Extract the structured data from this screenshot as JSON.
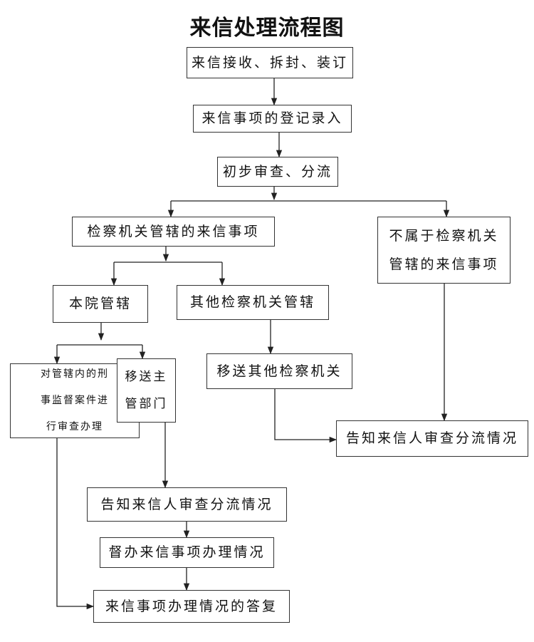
{
  "title": "来信处理流程图",
  "nodes": {
    "receive": "来信接收、拆封、装订",
    "register": "来信事项的登记录入",
    "review": "初步审查、分流",
    "procuratorate": "检察机关管辖的来信事项",
    "not_procuratorate": [
      "不属于检察机关",
      "管辖的来信事项"
    ],
    "this_court": "本院管辖",
    "other_procuratorate": "其他检察机关管辖",
    "transfer_other": "移送其他检察机关",
    "criminal_supervision": [
      "对管辖内的刑",
      "事监督案件进",
      "行审查办理"
    ],
    "transfer_dept": [
      "移送主",
      "管部门"
    ],
    "notify_right": "告知来信人审查分流情况",
    "notify_center": "告知来信人审查分流情况",
    "supervise": "督办来信事项办理情况",
    "reply": "来信事项办理情况的答复"
  }
}
